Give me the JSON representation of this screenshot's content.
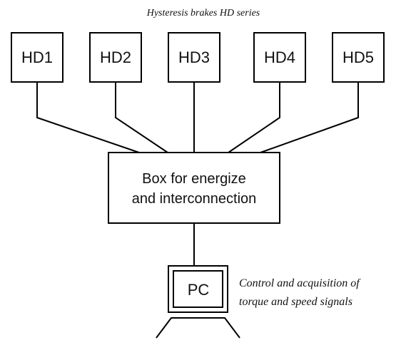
{
  "title": "Hysteresis brakes HD series",
  "brakes": [
    "HD1",
    "HD2",
    "HD3",
    "HD4",
    "HD5"
  ],
  "hub": {
    "line1": "Box for energize",
    "line2": "and  interconnection"
  },
  "pc": {
    "label": "PC"
  },
  "note": {
    "line1": "Control and acquisition of",
    "line2": "torque and speed signals"
  }
}
